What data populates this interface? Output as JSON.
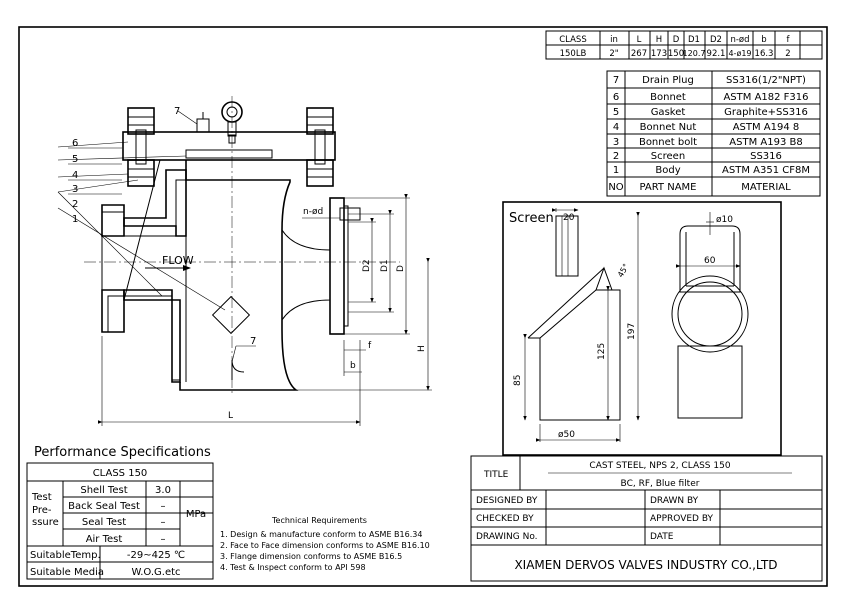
{
  "dim_table": {
    "headers": [
      "CLASS",
      "in",
      "L",
      "H",
      "D",
      "D1",
      "D2",
      "n-ød",
      "b",
      "f"
    ],
    "row": [
      "150LB",
      "2\"",
      "267",
      "173",
      "150",
      "120.7",
      "92.1",
      "4-ø19",
      "16.3",
      "2"
    ]
  },
  "parts": {
    "header": {
      "no": "NO",
      "name": "PART NAME",
      "material": "MATERIAL"
    },
    "rows": [
      {
        "no": "7",
        "name": "Drain Plug",
        "material": "SS316(1/2\"NPT)"
      },
      {
        "no": "6",
        "name": "Bonnet",
        "material": "ASTM A182 F316"
      },
      {
        "no": "5",
        "name": "Gasket",
        "material": "Graphite+SS316"
      },
      {
        "no": "4",
        "name": "Bonnet Nut",
        "material": "ASTM A194 8"
      },
      {
        "no": "3",
        "name": "Bonnet bolt",
        "material": "ASTM A193 B8"
      },
      {
        "no": "2",
        "name": "Screen",
        "material": "SS316"
      },
      {
        "no": "1",
        "name": "Body",
        "material": "ASTM A351 CF8M"
      }
    ]
  },
  "main_drawing": {
    "flow_label": "FLOW",
    "callouts": [
      "7",
      "6",
      "5",
      "4",
      "3",
      "2",
      "1",
      "7"
    ],
    "dims": {
      "nd": "n-ød",
      "D2": "D2",
      "D1": "D1",
      "D": "D",
      "f": "f",
      "b": "b",
      "H": "H",
      "L": "L"
    }
  },
  "screen_detail": {
    "title": "Screen",
    "dims": {
      "top_w": "20",
      "angle": "45°",
      "h125": "125",
      "h197": "197",
      "h85": "85",
      "dia50": "ø50",
      "dia10": "ø10",
      "w60": "60"
    }
  },
  "performance": {
    "heading": "Performance Specifications",
    "class_label": "CLASS 150",
    "test_label": [
      "Test",
      "Pre-",
      "ssure"
    ],
    "rows": [
      {
        "name": "Shell Test",
        "value": "3.0"
      },
      {
        "name": "Back Seal Test",
        "value": "–"
      },
      {
        "name": "Seal Test",
        "value": "–"
      },
      {
        "name": "Air Test",
        "value": "–"
      }
    ],
    "unit": "MPa",
    "temp_label": "SuitableTemp.",
    "temp_value": "-29~425 ℃",
    "media_label": "Suitable Media",
    "media_value": "W.O.G.etc"
  },
  "requirements": {
    "heading": "Technical Requirements",
    "items": [
      "1. Design & manufacture conform to ASME B16.34",
      "2. Face to Face dimension conforms to ASME B16.10",
      "3. Flange dimension conforms to ASME B16.5",
      "4. Test & Inspect conform to API 598"
    ]
  },
  "title_block": {
    "title_label": "TITLE",
    "title_line1": "CAST STEEL, NPS 2, CLASS 150",
    "title_line2": "BC, RF, Blue filter",
    "designed": "DESIGNED BY",
    "drawn": "DRAWN BY",
    "checked": "CHECKED  BY",
    "approved": "APPROVED BY",
    "drawing_no": "DRAWING No.",
    "date": "DATE",
    "company": "XIAMEN DERVOS VALVES INDUSTRY CO.,LTD"
  }
}
